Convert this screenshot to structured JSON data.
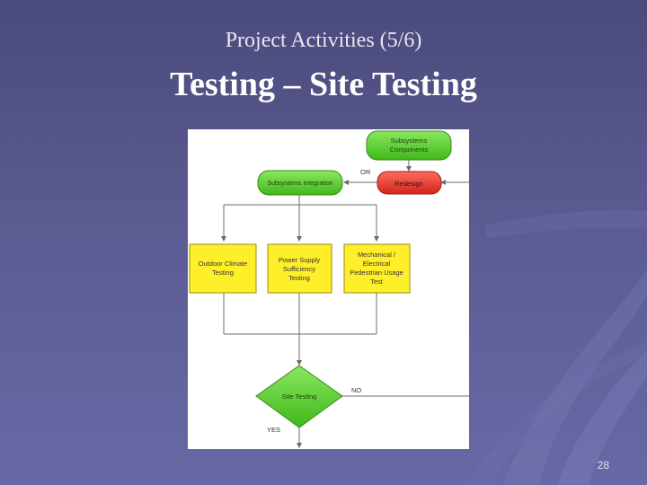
{
  "slide": {
    "subtitle": "Project Activities (5/6)",
    "title": "Testing – Site Testing",
    "page_number": "28"
  },
  "flowchart": {
    "nodes": {
      "subsystems_components": [
        "Subsystems",
        "Components"
      ],
      "subsystems_integration": "Subsystems Integration",
      "redesign": "Redesign",
      "outdoor_climate": [
        "Outdoor Climate",
        "Testing"
      ],
      "power_supply": [
        "Power Supply",
        "Sufficiency",
        "Testing"
      ],
      "mechanical": [
        "Mechanical /",
        "Electrical",
        "Pedestrian Usage",
        "Test"
      ],
      "site_testing": "Site Testing"
    },
    "labels": {
      "or": "OR",
      "no": "NO",
      "yes": "YES"
    },
    "colors": {
      "green": "#5ccf2a",
      "red": "#e8352b",
      "yellow": "#ffee2a",
      "line": "#6b6b6b"
    }
  }
}
